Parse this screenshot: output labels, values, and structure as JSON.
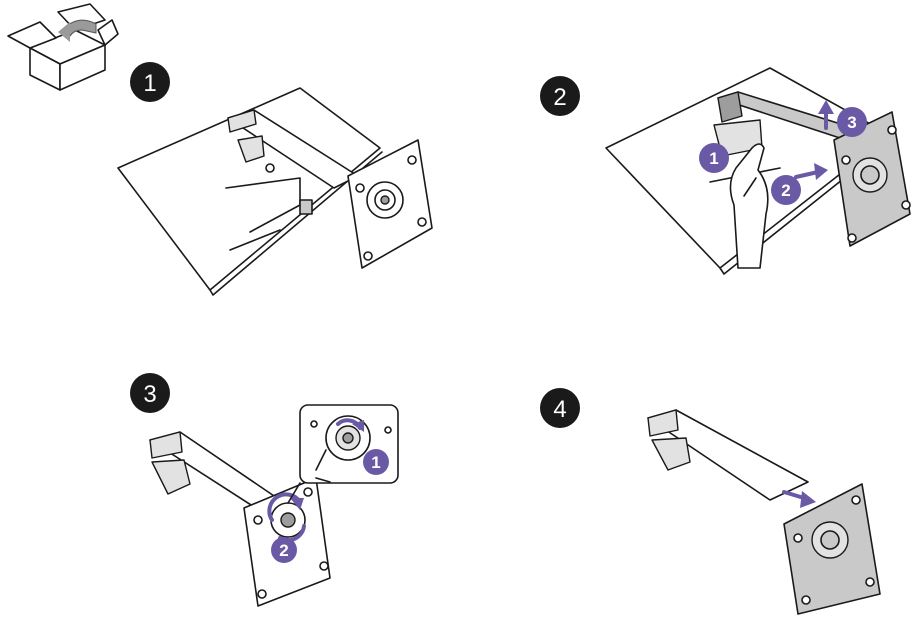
{
  "title": "",
  "colors": {
    "accent": "#6a5aa6",
    "badge": "#1a1a1a",
    "line": "#1a1a1a",
    "panel_gray": "#c9c9c9"
  },
  "icons": [
    "unbox-icon"
  ],
  "steps": [
    {
      "number": "1"
    },
    {
      "number": "2",
      "sub_labels": [
        "1",
        "2",
        "3"
      ]
    },
    {
      "number": "3",
      "sub_labels": [
        "1",
        "2"
      ]
    },
    {
      "number": "4"
    }
  ]
}
